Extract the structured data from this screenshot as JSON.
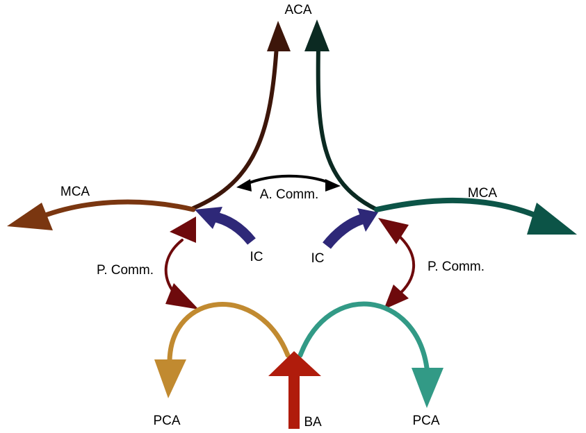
{
  "labels": {
    "aca": "ACA",
    "a_comm": "A. Comm.",
    "mca_left": "MCA",
    "mca_right": "MCA",
    "ic_left": "IC",
    "ic_right": "IC",
    "p_comm_left": "P. Comm.",
    "p_comm_right": "P. Comm.",
    "pca_left": "PCA",
    "pca_right": "PCA",
    "ba": "BA"
  },
  "colors": {
    "aca_left": "#3d160a",
    "aca_right": "#0b2a22",
    "mca_left": "#7a3610",
    "mca_right": "#0c5447",
    "a_comm": "#000000",
    "ic": "#2e2878",
    "p_comm": "#6e0a0c",
    "pca_left": "#c18a30",
    "pca_right": "#329a86",
    "ba": "#b01c0c"
  }
}
